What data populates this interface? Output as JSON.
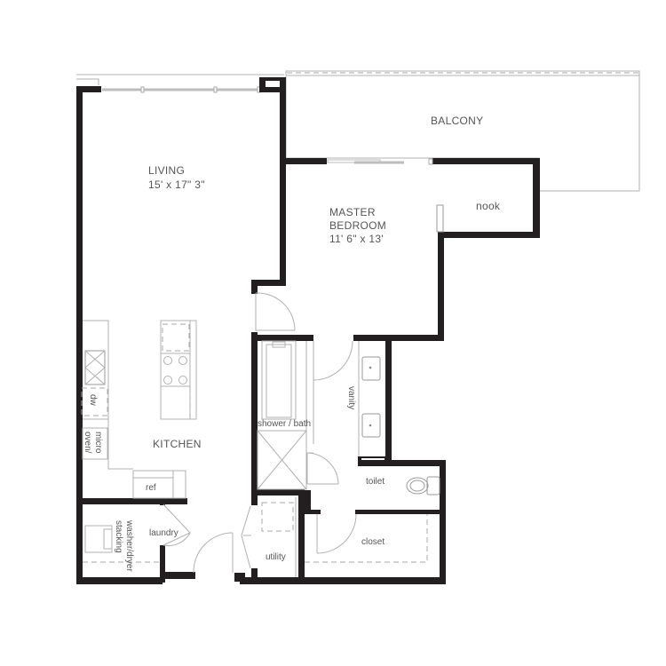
{
  "floorplan": {
    "colors": {
      "wall": "#231f20",
      "fixture_line": "#b0b0b0",
      "label": "#555555",
      "background": "#ffffff"
    },
    "rooms": {
      "balcony": {
        "name": "BALCONY"
      },
      "living": {
        "name": "LIVING",
        "dimensions": "15' x 17\" 3\""
      },
      "master_bedroom": {
        "name_line1": "MASTER",
        "name_line2": "BEDROOM",
        "dimensions": "11' 6\" x 13'"
      },
      "nook": {
        "name": "nook"
      },
      "kitchen": {
        "name": "KITCHEN"
      },
      "laundry": {
        "name": "laundry"
      },
      "utility": {
        "name": "utility"
      },
      "shower_bath": {
        "name": "shower / bath"
      },
      "vanity": {
        "name": "vanity"
      },
      "toilet": {
        "name": "toilet"
      },
      "closet": {
        "name": "closet"
      }
    },
    "fixtures": {
      "dishwasher": "dw",
      "oven_micro_line1": "oven/",
      "oven_micro_line2": "micro",
      "refrigerator": "ref",
      "washer_dryer_line1": "stacking",
      "washer_dryer_line2": "washer/dryer"
    }
  }
}
